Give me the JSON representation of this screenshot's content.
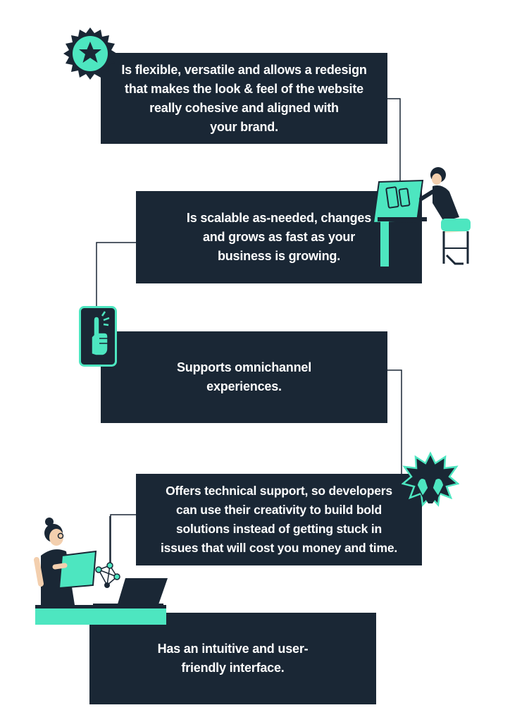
{
  "features": [
    {
      "text": "Is flexible, versatile and allows a redesign\nthat makes the look & feel of the website\nreally cohesive and aligned with\nyour brand."
    },
    {
      "text": "Is scalable as-needed, changes\nand grows as fast as your\nbusiness is growing."
    },
    {
      "text": "Supports omnichannel\nexperiences."
    },
    {
      "text": "Offers technical support, so developers\ncan use their creativity to build bold\nsolutions instead of getting stuck in\nissues that will cost you money and time."
    },
    {
      "text": "Has an intuitive and user-\nfriendly interface."
    }
  ],
  "colors": {
    "card_bg": "#1a2735",
    "card_text": "#ffffff",
    "accent": "#4de6c0",
    "line": "#1a2735"
  },
  "icons": [
    "star-badge-icon",
    "pointing-hand-icon",
    "raised-hands-icon"
  ],
  "illustrations": [
    "woman-at-drafting-desk-illustration",
    "woman-with-tablet-illustration"
  ]
}
